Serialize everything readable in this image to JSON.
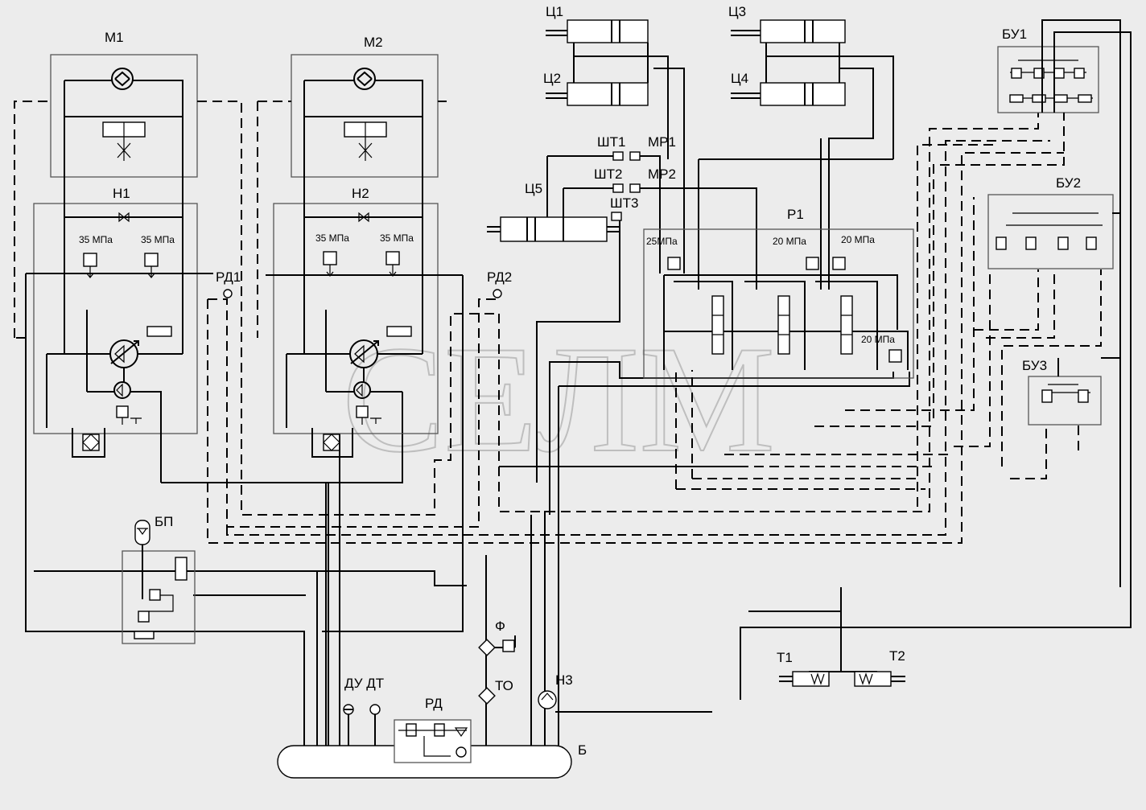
{
  "watermark": "СЕЛМ",
  "motors": {
    "m1": "М1",
    "m2": "М2"
  },
  "pumps": {
    "h1": "Н1",
    "h2": "Н2",
    "h3": "Н3"
  },
  "pressures": {
    "p35_1": "35 МПа",
    "p35_2": "35 МПа",
    "p35_3": "35 МПа",
    "p35_4": "35 МПа",
    "p25": "25МПа",
    "p20_1": "20 МПа",
    "p20_2": "20 МПа",
    "p20_3": "20 МПа"
  },
  "relays": {
    "rd1": "РД1",
    "rd2": "РД2",
    "rd": "РД"
  },
  "cylinders": {
    "c1": "Ц1",
    "c2": "Ц2",
    "c3": "Ц3",
    "c4": "Ц4",
    "c5": "Ц5"
  },
  "couplings": {
    "sht1": "ШТ1",
    "sht2": "ШТ2",
    "sht3": "ШТ3",
    "mr1": "МР1",
    "mr2": "МР2"
  },
  "distributor": "Р1",
  "control_blocks": {
    "bu1": "БУ1",
    "bu2": "БУ2",
    "bu3": "БУ3"
  },
  "accumulator": "БП",
  "filter": "Ф",
  "cooler": "ТО",
  "sensors": "ДУ ДТ",
  "tank": "Б",
  "brakes": {
    "t1": "Т1",
    "t2": "Т2"
  }
}
